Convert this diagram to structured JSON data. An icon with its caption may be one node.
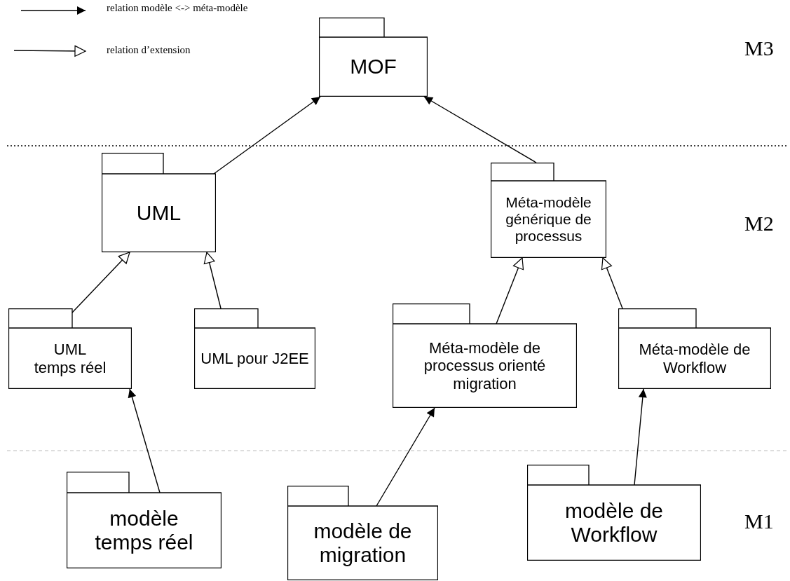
{
  "diagram": {
    "nodes": [
      {
        "text": [
          "MOF"
        ]
      },
      {
        "text": [
          "UML"
        ]
      },
      {
        "text": [
          "Méta-modèle générique de processus"
        ]
      },
      {
        "text": [
          "UML temps réel"
        ]
      },
      {
        "text": [
          "UML pour J2EE"
        ]
      },
      {
        "text": [
          "Méta-modèle de processus orienté migration"
        ]
      },
      {
        "text": [
          "Méta-modèle de Workflow"
        ]
      },
      {
        "text": [
          "modèle temps réel"
        ]
      },
      {
        "text": [
          "modèle de migration"
        ]
      },
      {
        "text": [
          "modèle de Workflow"
        ]
      }
    ],
    "edges": [
      {
        "from": 1,
        "to": 0,
        "arrow": "to"
      },
      {
        "from": 2,
        "to": 0,
        "arrow": "to"
      },
      {
        "from": 3,
        "to": 1,
        "arrow": "to"
      },
      {
        "from": 4,
        "to": 1,
        "arrow": "to"
      },
      {
        "from": 5,
        "to": 2,
        "arrow": "to"
      },
      {
        "from": 6,
        "to": 2,
        "arrow": "to"
      },
      {
        "from": 7,
        "to": 3,
        "arrow": "to"
      },
      {
        "from": 8,
        "to": 5,
        "arrow": "to"
      },
      {
        "from": 9,
        "to": 6,
        "arrow": "to"
      }
    ],
    "labels": [
      "M3",
      "M2",
      "M1"
    ],
    "legend": [
      {
        "text": "relation modèle <-> méta-modèle"
      },
      {
        "text": "relation d’extension"
      }
    ]
  }
}
